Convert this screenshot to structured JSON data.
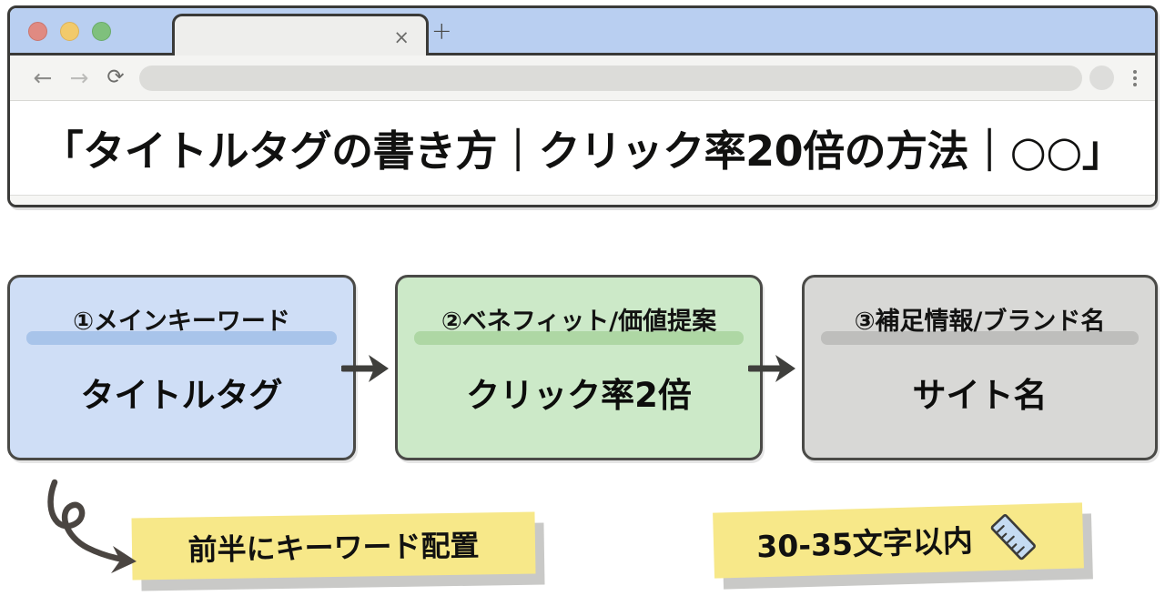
{
  "browser": {
    "traffic_lights": [
      "red",
      "yellow",
      "green"
    ],
    "tab_close_label": "×",
    "tab_new_label": "+",
    "nav": {
      "back": "←",
      "forward": "→",
      "reload": "⟳"
    },
    "address_bar_value": "",
    "address_bar_placeholder": "",
    "serp_title": "「タイトルタグの書き方｜クリック率20倍の方法｜○○」"
  },
  "flow": {
    "boxes": [
      {
        "label": "①メインキーワード",
        "value": "タイトルタグ",
        "fill": "#cfdef6",
        "highlight": "#a8c4ea"
      },
      {
        "label": "②ベネフィット/価値提案",
        "value": "クリック率2倍",
        "fill": "#cce9c8",
        "highlight": "#aed7a4"
      },
      {
        "label": "③補足情報/ブランド名",
        "value": "サイト名",
        "fill": "#d8d8d6",
        "highlight": "#bebebc"
      }
    ],
    "arrow_glyph": "→"
  },
  "notes": [
    {
      "text": "前半にキーワード配置",
      "icon": null,
      "color": "#f7e889"
    },
    {
      "text": "30-35文字以内",
      "icon": "ruler-icon",
      "color": "#f7e889"
    }
  ],
  "colors": {
    "tabstrip": "#b9cff1",
    "outline": "#3a3a38",
    "sticky": "#f7e889",
    "sticky_shadow": "#c9c9c7"
  }
}
